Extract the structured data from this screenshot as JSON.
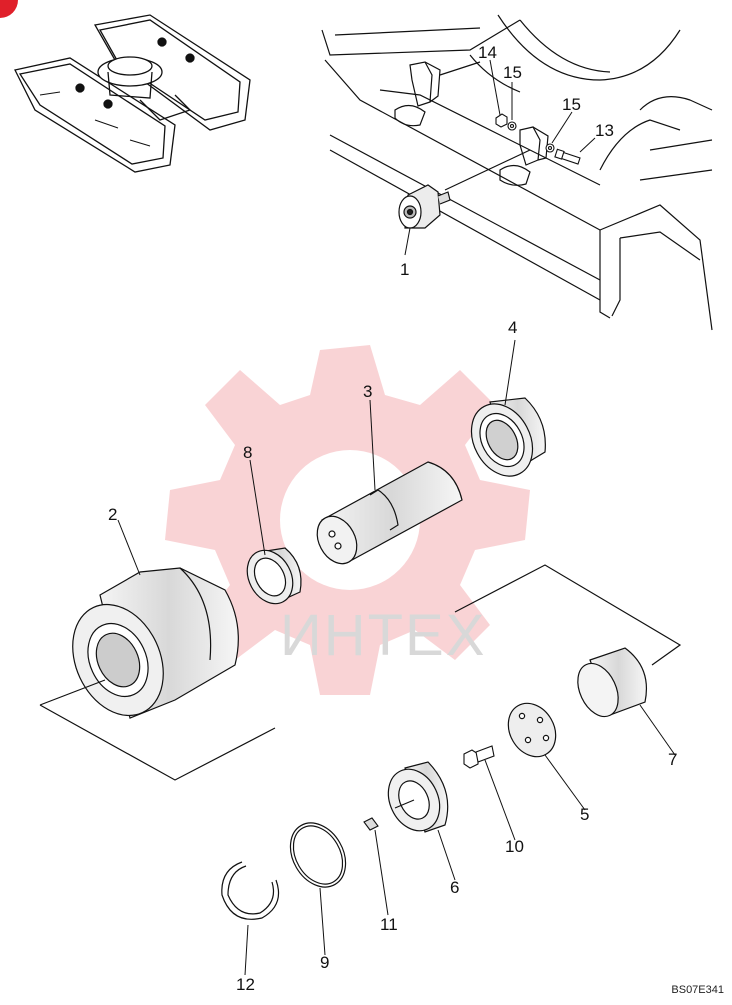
{
  "diagram": {
    "drawing_code": "BS07E341",
    "watermark_text": "ИНТЕХ",
    "callouts": {
      "p1": "1",
      "p2": "2",
      "p3": "3",
      "p4": "4",
      "p5": "5",
      "p6": "6",
      "p7": "7",
      "p8": "8",
      "p9": "9",
      "p10": "10",
      "p11": "11",
      "p12": "12",
      "p13": "13",
      "p14": "14",
      "p15a": "15",
      "p15b": "15"
    },
    "colors": {
      "line": "#111111",
      "watermark": "#f4a8ac",
      "corner_mark": "#e0202a"
    }
  }
}
